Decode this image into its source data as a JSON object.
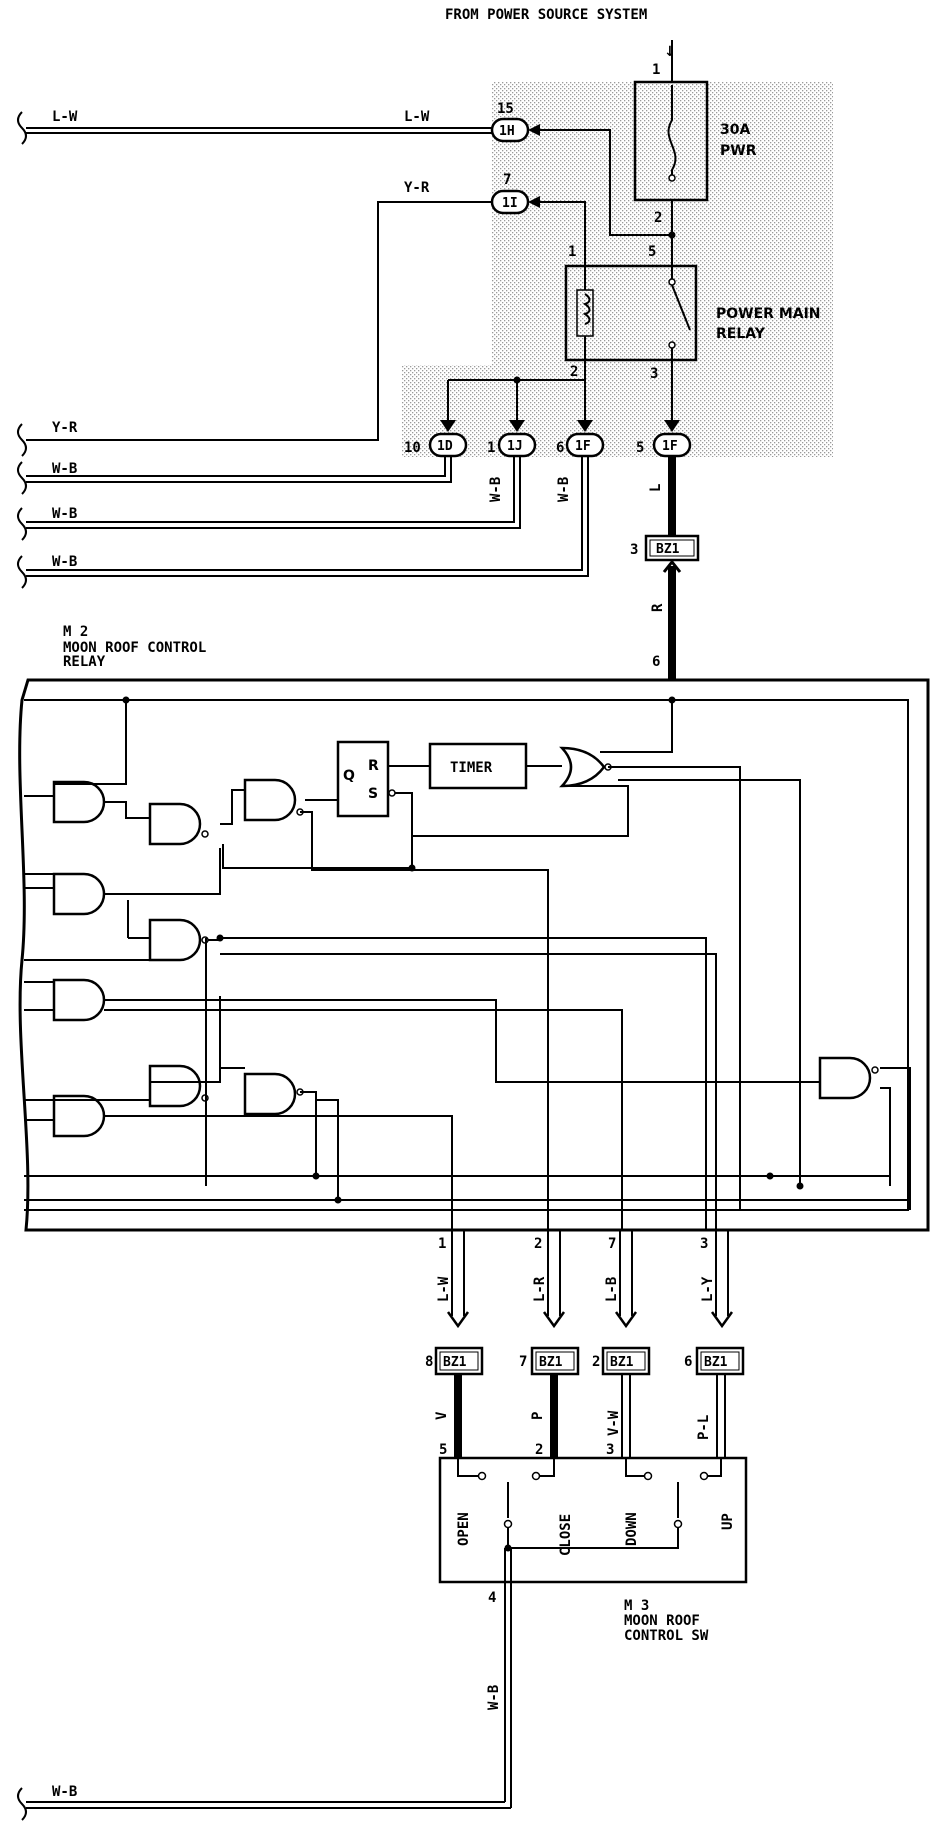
{
  "header": {
    "title": "FROM POWER SOURCE SYSTEM"
  },
  "fuse": {
    "pin_in": "1",
    "pin_out": "2",
    "name": "30A",
    "sub": "PWR"
  },
  "relay": {
    "name_line1": "POWER MAIN",
    "name_line2": "RELAY",
    "pin_coil_top": "1",
    "pin_coil_bot": "2",
    "pin_sw_top": "5",
    "pin_sw_bot": "3"
  },
  "connectors_top": [
    {
      "code": "1H",
      "pin": "15",
      "wire": "L-W"
    },
    {
      "code": "1I",
      "pin": "7",
      "wire": "Y-R"
    }
  ],
  "connectors_mid": [
    {
      "code": "1D",
      "pin": "10"
    },
    {
      "code": "1J",
      "pin": "1"
    },
    {
      "code": "1F",
      "pin": "6"
    },
    {
      "code": "1F",
      "pin": "5"
    }
  ],
  "left_wires": [
    {
      "label": "L-W"
    },
    {
      "label": "Y-R"
    },
    {
      "label": "W-B"
    },
    {
      "label": "W-B"
    },
    {
      "label": "W-B"
    },
    {
      "label": "W-B"
    }
  ],
  "vert_wire_labels": {
    "wb1": "W-B",
    "wb2": "W-B",
    "l": "L",
    "r": "R"
  },
  "bz_top": {
    "code": "BZ1",
    "pin": "3"
  },
  "relay_unit": {
    "id": "M 2",
    "line1": "MOON ROOF CONTROL",
    "line2": "RELAY",
    "pin_power": "6"
  },
  "logic": {
    "timer": "TIMER",
    "q": "Q",
    "r": "R",
    "s": "S"
  },
  "outputs": [
    {
      "pin": "1",
      "wire": "L-W",
      "bz_pin": "8",
      "bz": "BZ1",
      "wire2": "V",
      "sw_pin": "5"
    },
    {
      "pin": "2",
      "wire": "L-R",
      "bz_pin": "7",
      "bz": "BZ1",
      "wire2": "P",
      "sw_pin": "2"
    },
    {
      "pin": "7",
      "wire": "L-B",
      "bz_pin": "2",
      "bz": "BZ1",
      "wire2": "V-W",
      "sw_pin": "3"
    },
    {
      "pin": "3",
      "wire": "L-Y",
      "bz_pin": "6",
      "bz": "BZ1",
      "wire2": "P-L",
      "sw_pin": ""
    }
  ],
  "switch": {
    "id": "M 3",
    "line1": "MOON ROOF",
    "line2": "CONTROL SW",
    "labels": [
      "OPEN",
      "CLOSE",
      "DOWN",
      "UP"
    ],
    "ground_pin": "4",
    "ground_wire": "W-B"
  },
  "bottom_wire": {
    "label": "W-B"
  }
}
